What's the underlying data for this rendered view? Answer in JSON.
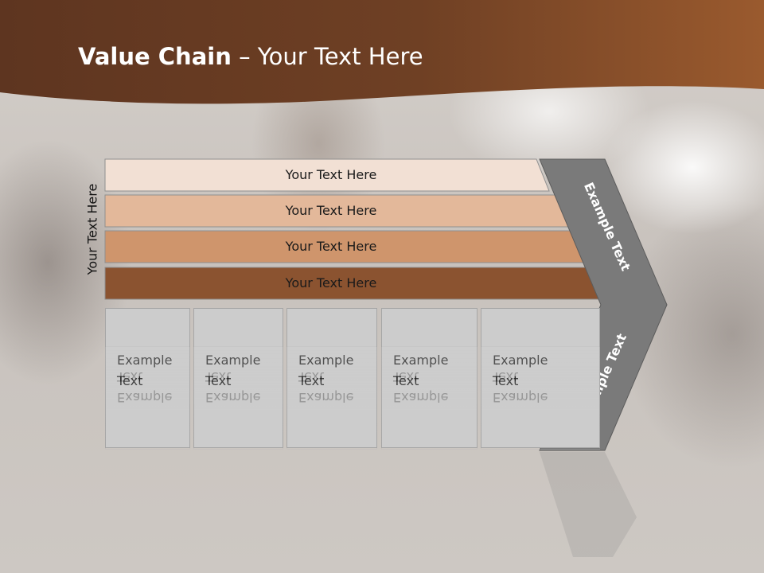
{
  "title": {
    "bold": "Value Chain",
    "rest": " – Your Text Here"
  },
  "vertical_label": "Your Text Here",
  "bands": [
    {
      "label": "Your Text Here",
      "color": "#f2e0d4"
    },
    {
      "label": "Your Text Here",
      "color": "#e3b89a"
    },
    {
      "label": "Your Text Here",
      "color": "#cf956c"
    },
    {
      "label": "Your Text Here",
      "color": "#8b5330"
    }
  ],
  "arrow_labels": {
    "upper": "Example Text",
    "lower": "Example Text"
  },
  "boxes": [
    {
      "label": "Example\nText"
    },
    {
      "label": "Example\nText"
    },
    {
      "label": "Example\nText"
    },
    {
      "label": "Example\nText"
    },
    {
      "label": "Example\nText"
    }
  ],
  "colors": {
    "banner": "#6b3c1e",
    "chevron": "#7a7a7a",
    "box": "#cccccc"
  }
}
